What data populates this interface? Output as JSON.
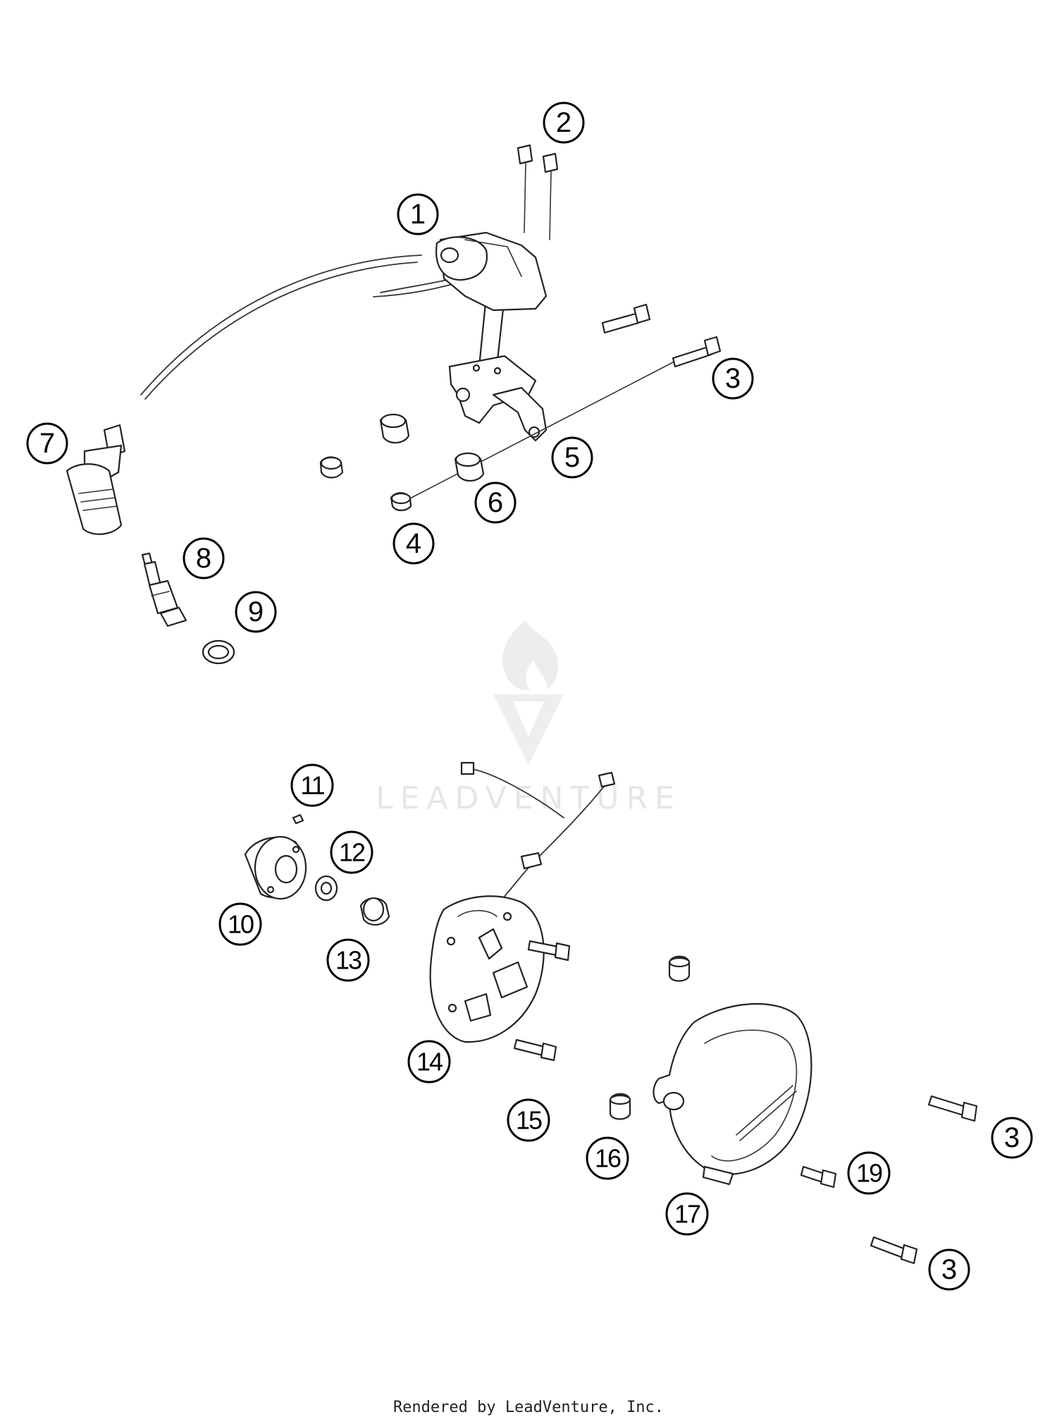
{
  "diagram": {
    "watermark": "LEADVENTURE",
    "footer": "Rendered by LeadVenture, Inc.",
    "callouts": [
      "1",
      "2",
      "3",
      "4",
      "5",
      "6",
      "7",
      "8",
      "9",
      "10",
      "11",
      "12",
      "13",
      "14",
      "15",
      "16",
      "17",
      "19",
      "3",
      "3"
    ]
  }
}
